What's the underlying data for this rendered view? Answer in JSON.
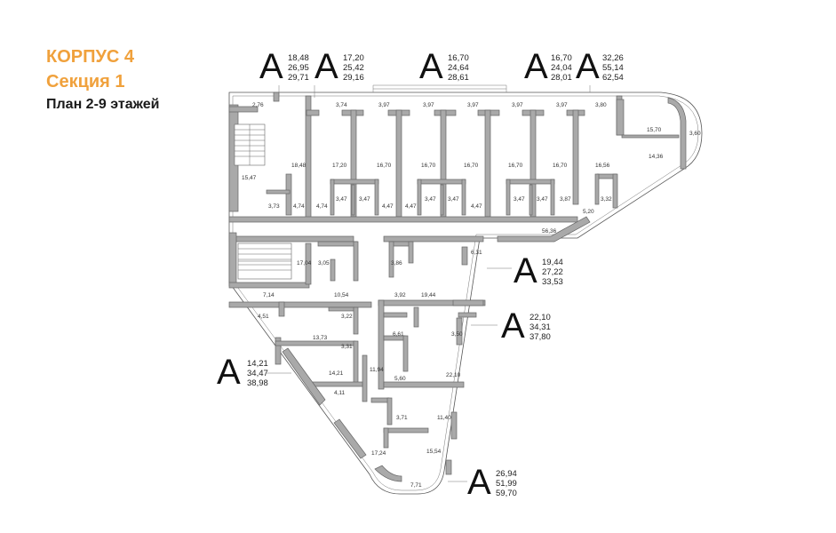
{
  "header": {
    "building": "КОРПУС 4",
    "section": "Секция 1",
    "plan": "План 2-9 этажей"
  },
  "colors": {
    "accent": "#f0a13c",
    "wall": "#a9a9a9",
    "text": "#222222"
  },
  "apartments": [
    {
      "id": "a1",
      "letter": "A",
      "areas": [
        "18,48",
        "26,95",
        "29,71"
      ]
    },
    {
      "id": "a2",
      "letter": "A",
      "areas": [
        "17,20",
        "25,42",
        "29,16"
      ]
    },
    {
      "id": "a3",
      "letter": "A",
      "areas": [
        "16,70",
        "24,64",
        "28,61"
      ]
    },
    {
      "id": "a4",
      "letter": "A",
      "areas": [
        "16,70",
        "24,04",
        "28,01"
      ]
    },
    {
      "id": "a5",
      "letter": "A",
      "areas": [
        "32,26",
        "55,14",
        "62,54"
      ]
    },
    {
      "id": "a6",
      "letter": "A",
      "areas": [
        "19,44",
        "27,22",
        "33,53"
      ]
    },
    {
      "id": "a7",
      "letter": "A",
      "areas": [
        "22,10",
        "34,31",
        "37,80"
      ]
    },
    {
      "id": "a8",
      "letter": "A",
      "areas": [
        "14,21",
        "34,47",
        "38,98"
      ]
    },
    {
      "id": "a9",
      "letter": "A",
      "areas": [
        "26,94",
        "51,99",
        "59,70"
      ]
    }
  ],
  "room_labels": [
    "2,76",
    "3,74",
    "3,97",
    "3,97",
    "3,97",
    "3,97",
    "3,97",
    "3,80",
    "15,70",
    "3,60",
    "18,48",
    "17,20",
    "16,70",
    "16,70",
    "16,70",
    "16,70",
    "16,70",
    "16,56",
    "14,36",
    "15,47",
    "3,73",
    "4,74",
    "4,74",
    "3,47",
    "3,47",
    "4,47",
    "4,47",
    "3,47",
    "3,47",
    "4,47",
    "3,47",
    "3,47",
    "3,87",
    "3,32",
    "5,20",
    "56,36",
    "17,04",
    "3,05",
    "3,86",
    "6,31",
    "7,14",
    "10,54",
    "3,92",
    "19,44",
    "4,51",
    "3,22",
    "6,61",
    "13,73",
    "3,31",
    "3,50",
    "14,21",
    "11,94",
    "5,60",
    "22,10",
    "4,11",
    "3,71",
    "11,40",
    "17,24",
    "15,54",
    "7,71"
  ]
}
